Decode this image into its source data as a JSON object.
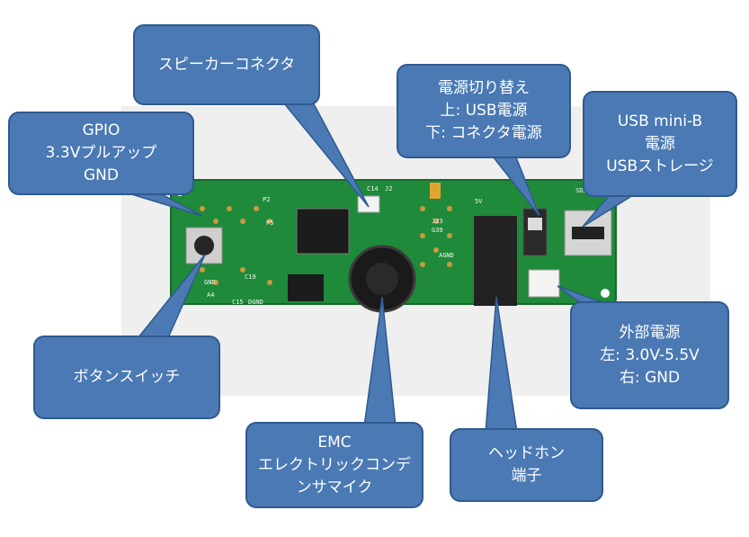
{
  "callouts": {
    "speaker": {
      "lines": [
        "スピーカーコネクタ"
      ]
    },
    "gpio": {
      "lines": [
        "GPIO",
        "3.3Vプルアップ",
        "GND"
      ]
    },
    "switch": {
      "lines": [
        "電源切り替え",
        "上: USB電源",
        "下: コネクタ電源"
      ]
    },
    "usb": {
      "lines": [
        "USB mini-B",
        "電源",
        "USBストレージ"
      ]
    },
    "button": {
      "lines": [
        "ボタンスイッチ"
      ]
    },
    "power": {
      "lines": [
        "外部電源",
        "左: 3.0V-5.5V",
        "右: GND"
      ]
    },
    "emc": {
      "lines": [
        "EMC",
        "エレクトリックコンデ",
        "ンサマイク"
      ]
    },
    "phone": {
      "lines": [
        "ヘッドホン",
        "端子"
      ]
    }
  },
  "board": {
    "labels": [
      "C14",
      "J2",
      "P2",
      "J23",
      "G39",
      "P5",
      "SD20",
      "C19",
      "GND",
      "5V",
      "A4",
      "C15",
      "DGND",
      "AGND"
    ]
  },
  "colors": {
    "callout_fill": "#4a79b4",
    "callout_border": "#2f5a8e",
    "pcb_green": "#1f8a3a"
  }
}
